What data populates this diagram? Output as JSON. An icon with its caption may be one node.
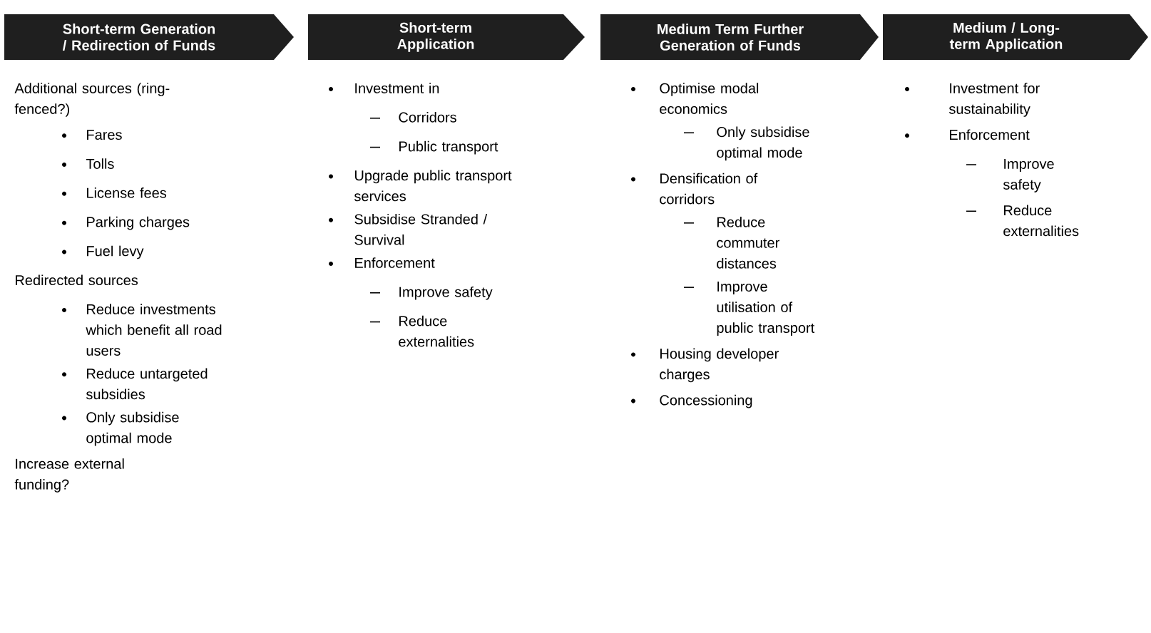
{
  "diagram": {
    "nodes": [
      {
        "text": [
          "Short-term Generation / Redirection of Funds"
        ],
        "beside": [
          "Additional sources (ring-fenced?)",
          "Fares",
          "Tolls",
          "License fees",
          "Parking charges",
          "Fuel levy",
          "Redirected sources",
          "Reduce investments which benefit all road users",
          "Reduce untargeted subsidies",
          "Only subsidise optimal mode",
          "Increase external funding?"
        ]
      },
      {
        "text": [
          "Short-term Application"
        ],
        "beside": [
          "Investment in",
          "Corridors",
          "Public transport",
          "Upgrade public transport services",
          "Subsidise Stranded / Survival",
          "Enforcement",
          "Improve safety",
          "Reduce externalities"
        ]
      },
      {
        "text": [
          "Medium Term Further Generation of Funds"
        ],
        "beside": [
          "Optimise modal economics",
          "Only subsidise optimal mode",
          "Densification of corridors",
          "Reduce commuter distances",
          "Improve utilisation of public transport",
          "Housing developer charges",
          "Concessioning"
        ]
      },
      {
        "text": [
          "Medium / Long-term Application"
        ],
        "beside": [
          "Investment for sustainability",
          "Enforcement",
          "Improve safety",
          "Reduce externalities"
        ]
      }
    ]
  }
}
